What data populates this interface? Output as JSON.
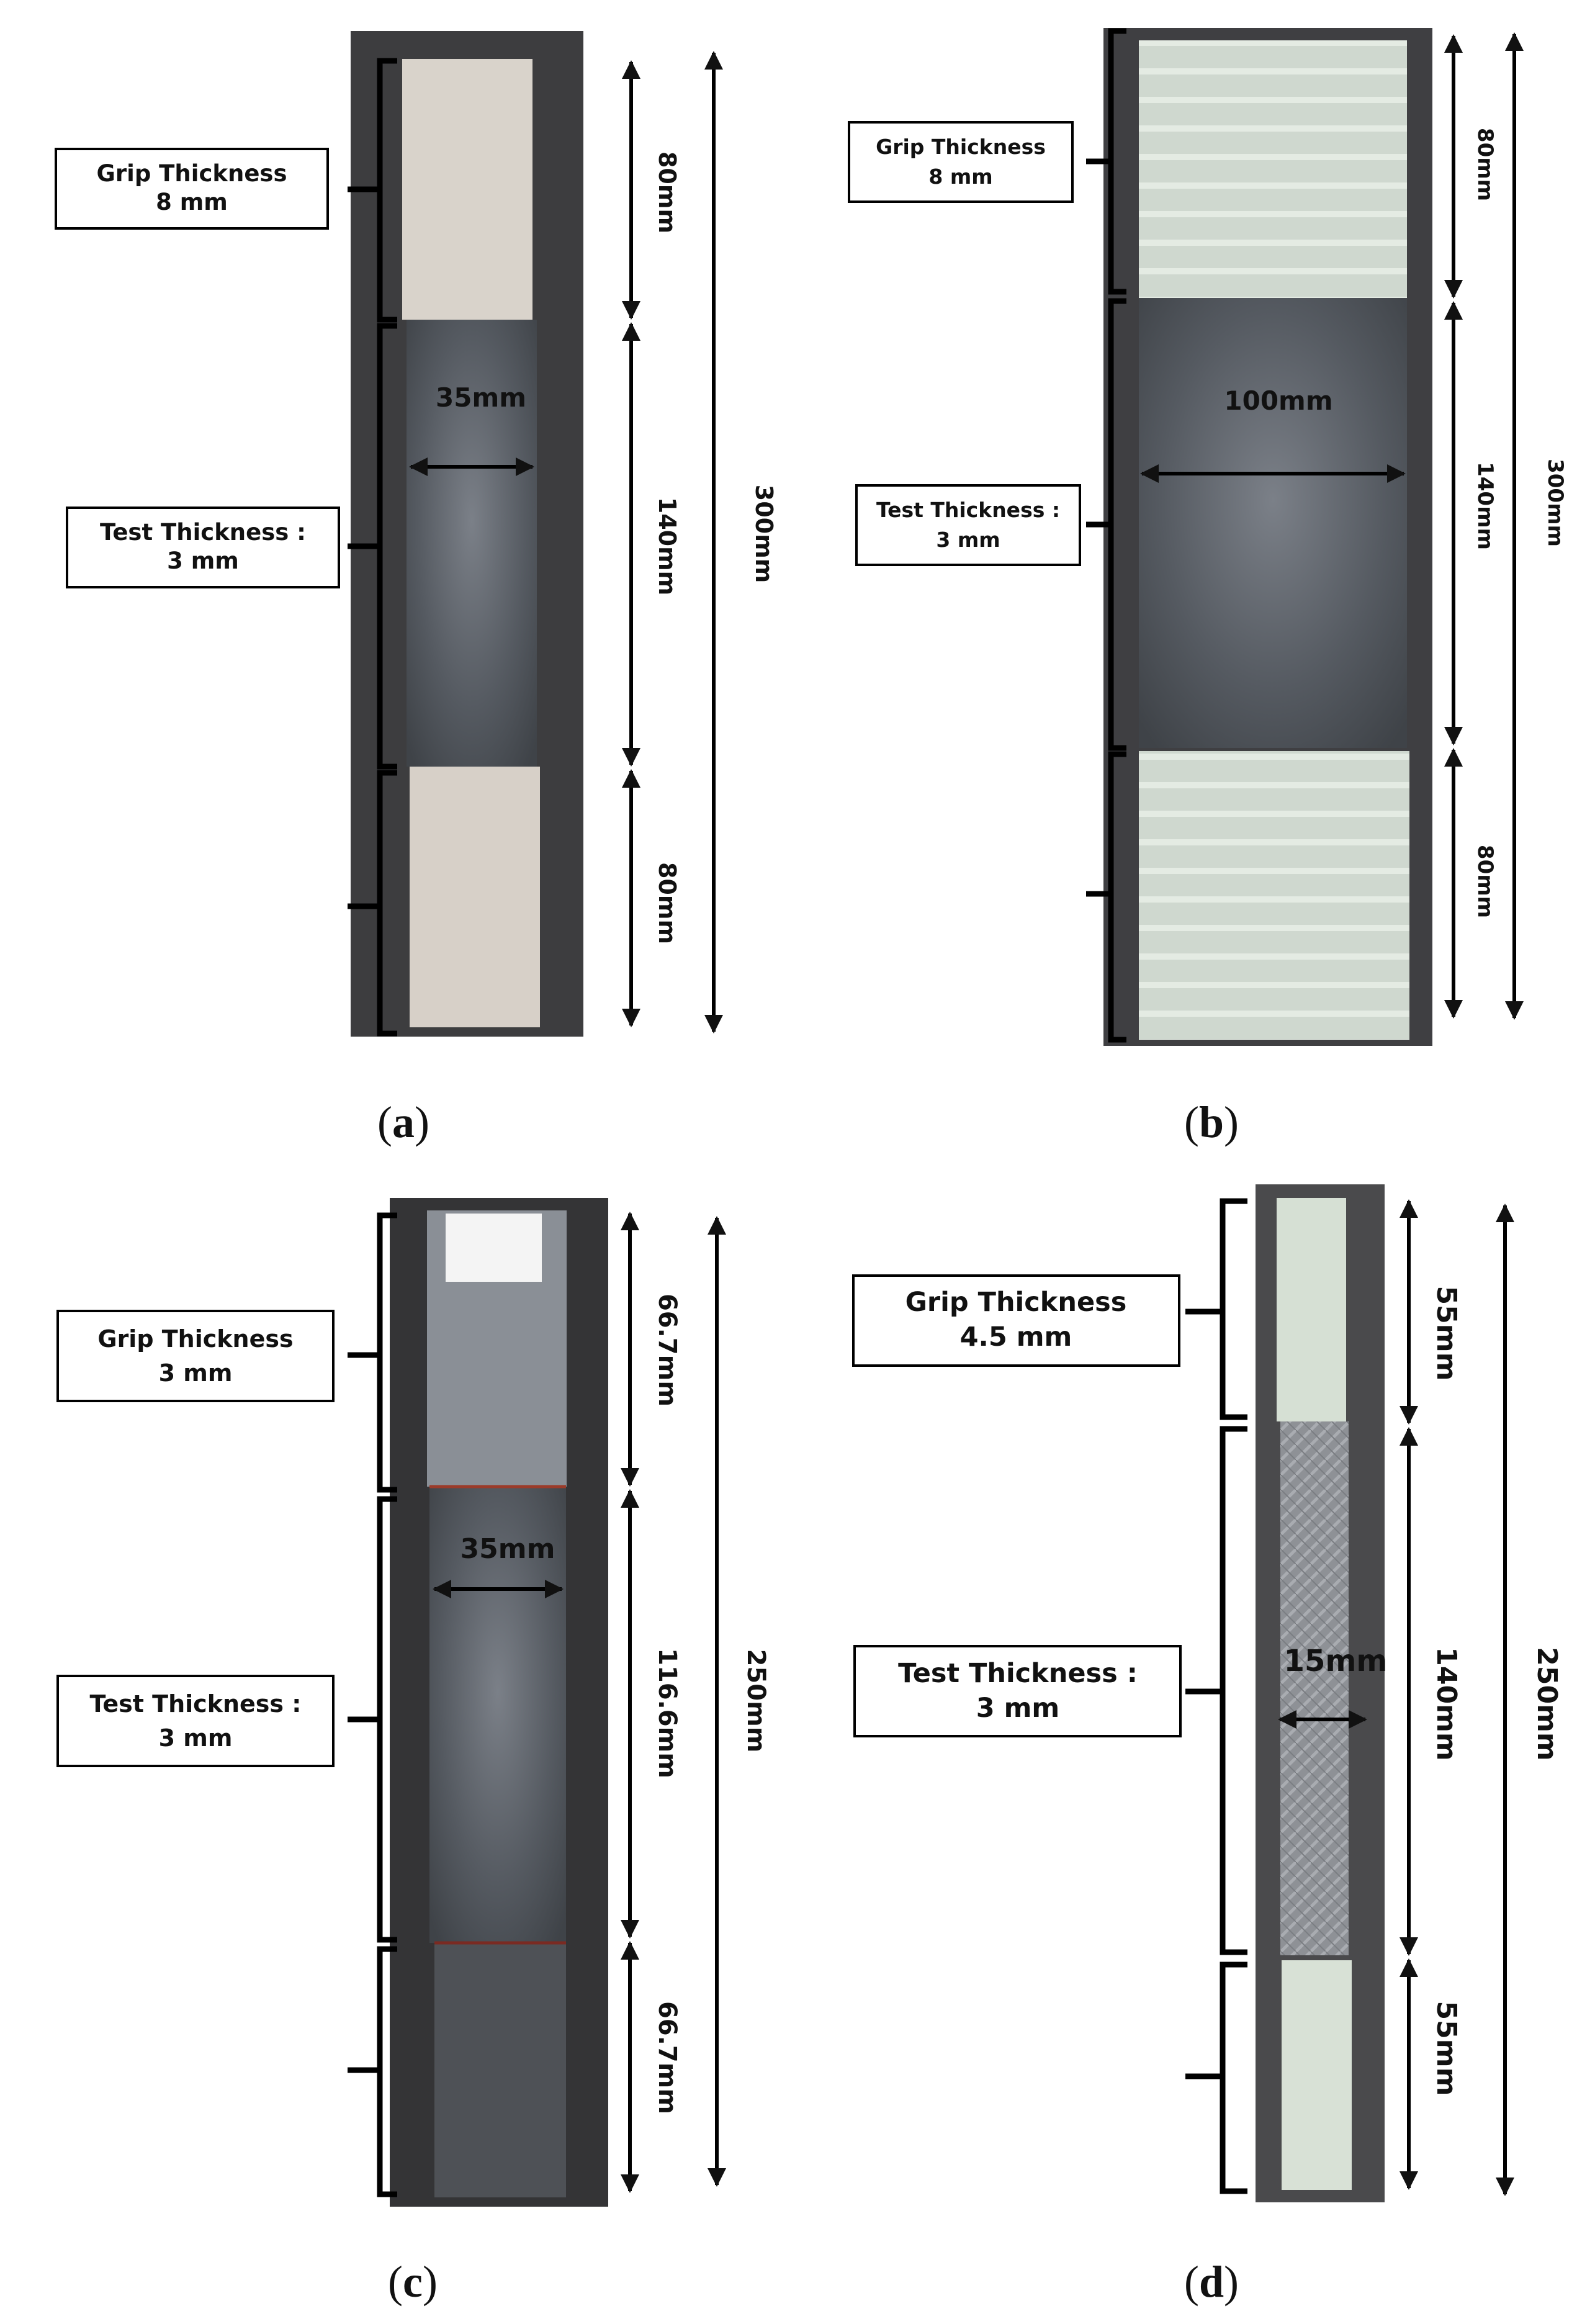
{
  "panels": [
    {
      "caption": {
        "open": "(",
        "letter": "a",
        "close": ")"
      },
      "grip_label": {
        "line1": "Grip Thickness",
        "line2": "8 mm"
      },
      "test_label": {
        "line1": "Test Thickness :",
        "line2": "3 mm"
      },
      "width_label": "35mm",
      "seg_top": "80mm",
      "seg_mid": "140mm",
      "seg_bot": "80mm",
      "total": "300mm",
      "colors": {
        "grip": "#d9d3cb",
        "test": "#55585c",
        "bg": "#3d3d3f"
      }
    },
    {
      "caption": {
        "open": "(",
        "letter": "b",
        "close": ")"
      },
      "grip_label": {
        "line1": "Grip Thickness",
        "line2": "8 mm"
      },
      "test_label": {
        "line1": "Test Thickness :",
        "line2": "3 mm"
      },
      "width_label": "100mm",
      "seg_top": "80mm",
      "seg_mid": "140mm",
      "seg_bot": "80mm",
      "total": "300mm",
      "colors": {
        "grip": "#cfd8cf",
        "test": "#6a7078",
        "bg": "#3f3f42"
      }
    },
    {
      "caption": {
        "open": "(",
        "letter": "c",
        "close": ")"
      },
      "grip_label": {
        "line1": "Grip Thickness",
        "line2": "3 mm"
      },
      "test_label": {
        "line1": "Test Thickness :",
        "line2": "3 mm"
      },
      "width_label": "35mm",
      "seg_top": "66.7mm",
      "seg_mid": "116.6mm",
      "seg_bot": "66.7mm",
      "total": "250mm",
      "colors": {
        "grip": "#8a8f96",
        "test": "#4e5156",
        "bg": "#343436"
      }
    },
    {
      "caption": {
        "open": "(",
        "letter": "d",
        "close": ")"
      },
      "grip_label": {
        "line1": "Grip Thickness",
        "line2": "4.5 mm"
      },
      "test_label": {
        "line1": "Test Thickness :",
        "line2": "3 mm"
      },
      "width_label": "15mm",
      "seg_top": "55mm",
      "seg_mid": "140mm",
      "seg_bot": "55mm",
      "total": "250mm",
      "colors": {
        "grip": "#d6e0d4",
        "test": "#8e9196",
        "bg": "#4a4a4c"
      }
    }
  ]
}
